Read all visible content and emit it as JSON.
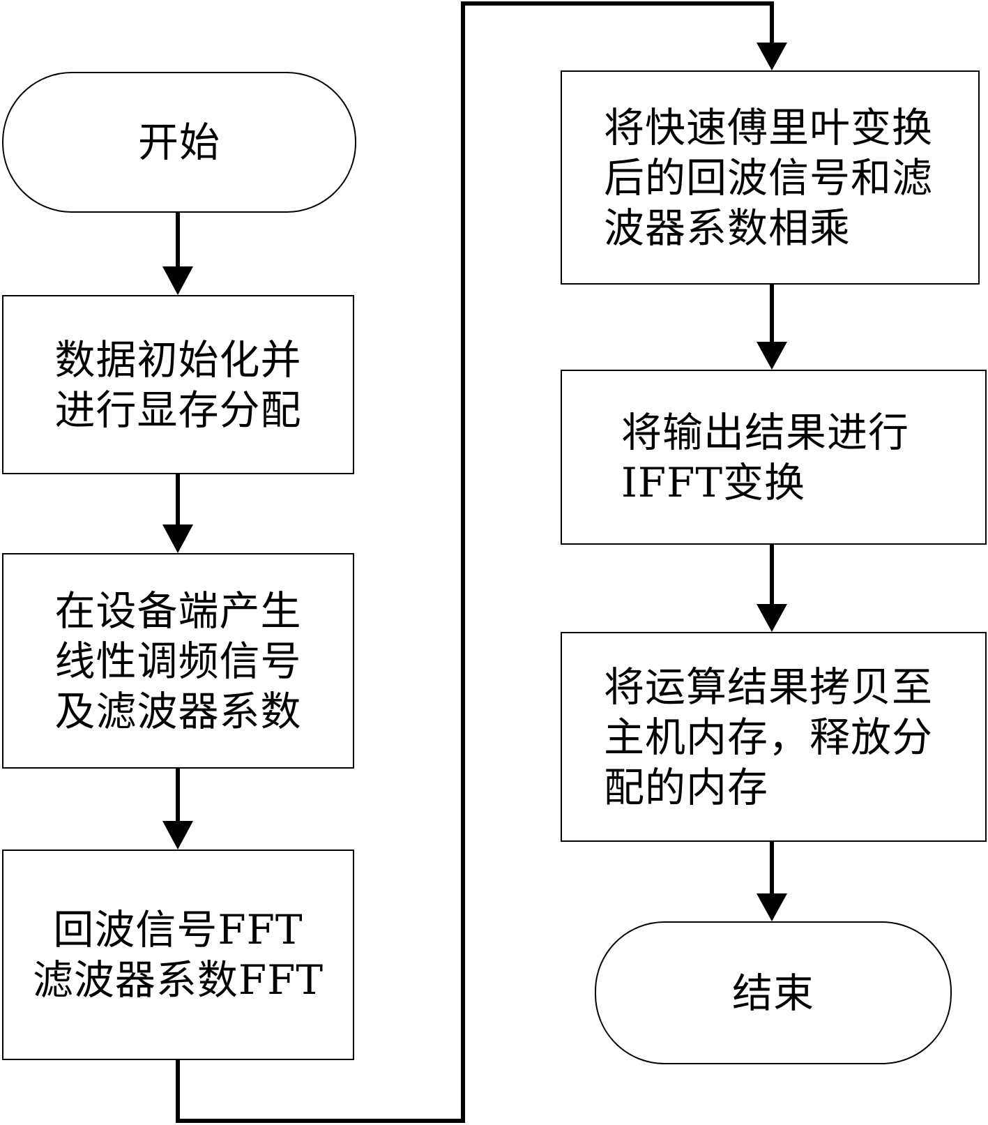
{
  "flowchart": {
    "start": "开始",
    "init": [
      "数据初始化并",
      "进行显存分配"
    ],
    "generate": [
      "在设备端产生",
      "线性调频信号",
      "及滤波器系数"
    ],
    "fft": [
      "回波信号FFT",
      "滤波器系数FFT"
    ],
    "multiply": [
      "将快速傅里叶变换",
      "后的回波信号和滤",
      "波器系数相乘"
    ],
    "ifft": [
      "将输出结果进行",
      "IFFT变换"
    ],
    "copy": [
      "将运算结果拷贝至",
      "主机内存，释放分",
      "配的内存"
    ],
    "end": "结束"
  }
}
